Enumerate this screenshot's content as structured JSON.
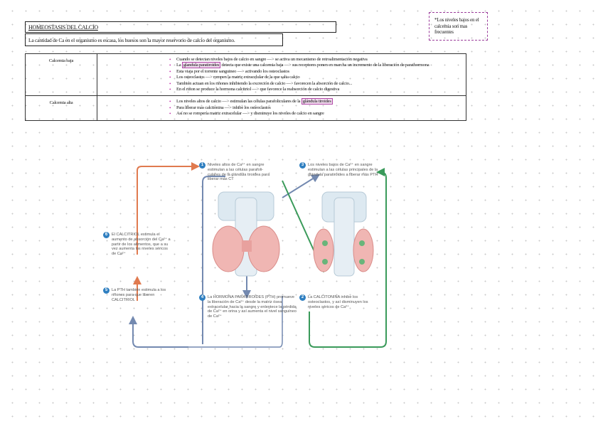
{
  "title": "HOMEOSTASIS DEL CALCIO",
  "intro": "La cantidad de Ca en el organismo es escasa, los huesos son la mayor reservorio de calcio del organismo.",
  "note": "*Los niveles bajos en el calcemia son mas frecuentes",
  "table": {
    "low": {
      "label": "Calcemia baja",
      "items": [
        {
          "pre": "Cuando se detectan niveles bajos de calcio en sangre —> se activa un mecanismo de retroalimentación negativa",
          "hl": "",
          "post": ""
        },
        {
          "pre": "La ",
          "hl": "glandula paratiroides",
          "post": " detecta que existe una calcemia baja —> sus receptores ponen en marcha un incremento de la liberación de parathormona"
        },
        {
          "pre": "Esta viaja por el torrente sanguineo —> activando los osteoclastos",
          "hl": "",
          "post": ""
        },
        {
          "pre": "Los osteoclastos —> rompen la matriz extracelular de la que salta calcio",
          "hl": "",
          "post": ""
        },
        {
          "pre": "También actuan en los riñones inhibiendo la excreción de calcio —> favorecen la absorción de calcio...",
          "hl": "",
          "post": ""
        },
        {
          "pre": "En el riñon se produce la hormona calcitriol —> que favorece la reabsorción de calcio digestiva",
          "hl": "",
          "post": ""
        }
      ]
    },
    "high": {
      "label": "Calcemia alta",
      "items": [
        {
          "pre": "Los niveles altos de calcio —> estimulan las células parafoliculares de la ",
          "hl": "glándula tiroides",
          "post": ""
        },
        {
          "pre": "Para liberar mas calcitonina —> inhibe los osteoclastos",
          "hl": "",
          "post": ""
        },
        {
          "pre": "Así no se rompería matriz extracelular —> y disminuye los niveles de calcio en sangre",
          "hl": "",
          "post": ""
        }
      ]
    }
  },
  "figure": {
    "step1": {
      "num": "1",
      "text": "Niveles altos de Ca²⁺ en sangre estimulan a las células parafoli- culares de la glándula tiroidea para liberar más CT"
    },
    "step2": {
      "num": "2",
      "text": "La CALCITONINA inhibe los osteoclastos, y así disminuyen los niveles séricos de Ca²⁺"
    },
    "step3": {
      "num": "3",
      "text": "Los niveles bajos de Ca²⁺ en sangre estimulan a las células principales de la glándula paratiroides a liberar más PTH"
    },
    "step4": {
      "num": "4",
      "text": "La HORMONA PARATIROIDES (PTH) promueve la liberación de Ca²⁺ desde la matriz ósea extracelular hacia la sangre y enlentece la pérdida de Ca²⁺ en orina y así aumenta el nivel sanguíneo de Ca²⁺"
    },
    "step5": {
      "num": "5",
      "text": "La PTH también estimula a los riñones para que liberen CALCITRIOL"
    },
    "step6": {
      "num": "6",
      "text": "El CALCITRIOL estimula el aumento de absorción del Ca²⁺ a partir de los alimentos, que a su vez aumenta los niveles séricos de Ca²⁺"
    }
  },
  "colors": {
    "accent": "#c02aa6",
    "orange": "#e07a4f",
    "blue": "#7389b0",
    "green": "#3a9a5a",
    "step": "#2f7fc0"
  }
}
